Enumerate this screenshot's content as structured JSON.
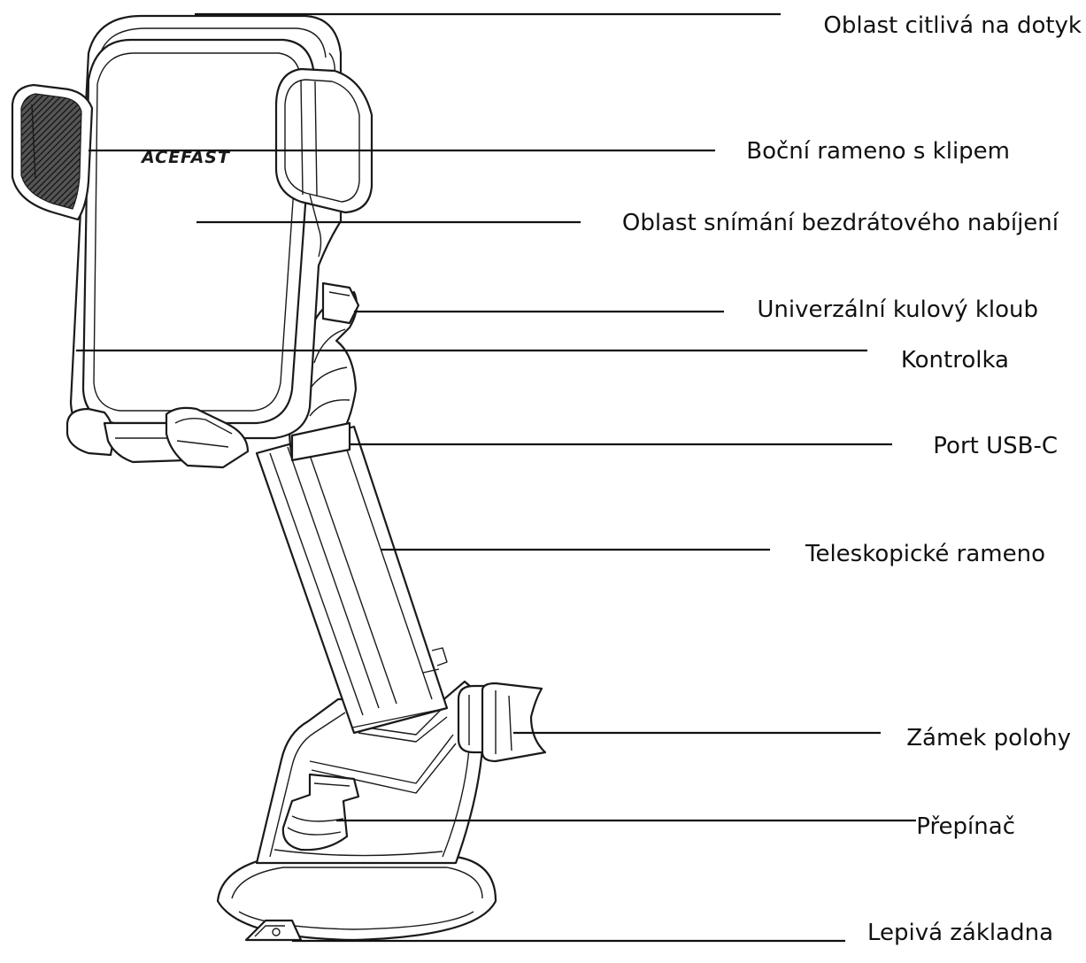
{
  "brand": "ACEFAST",
  "labels": {
    "touch_area": "Oblast citlivá na dotyk",
    "side_arm_clip": "Boční rameno s klipem",
    "wireless_charging_area": "Oblast snímání bezdrátového nabíjení",
    "ball_joint": "Univerzální kulový kloub",
    "indicator": "Kontrolka",
    "usb_c_port": "Port USB-C",
    "telescopic_arm": "Teleskopické rameno",
    "position_lock": "Zámek polohy",
    "switch": "Přepínač",
    "adhesive_base": "Lepivá základna"
  }
}
